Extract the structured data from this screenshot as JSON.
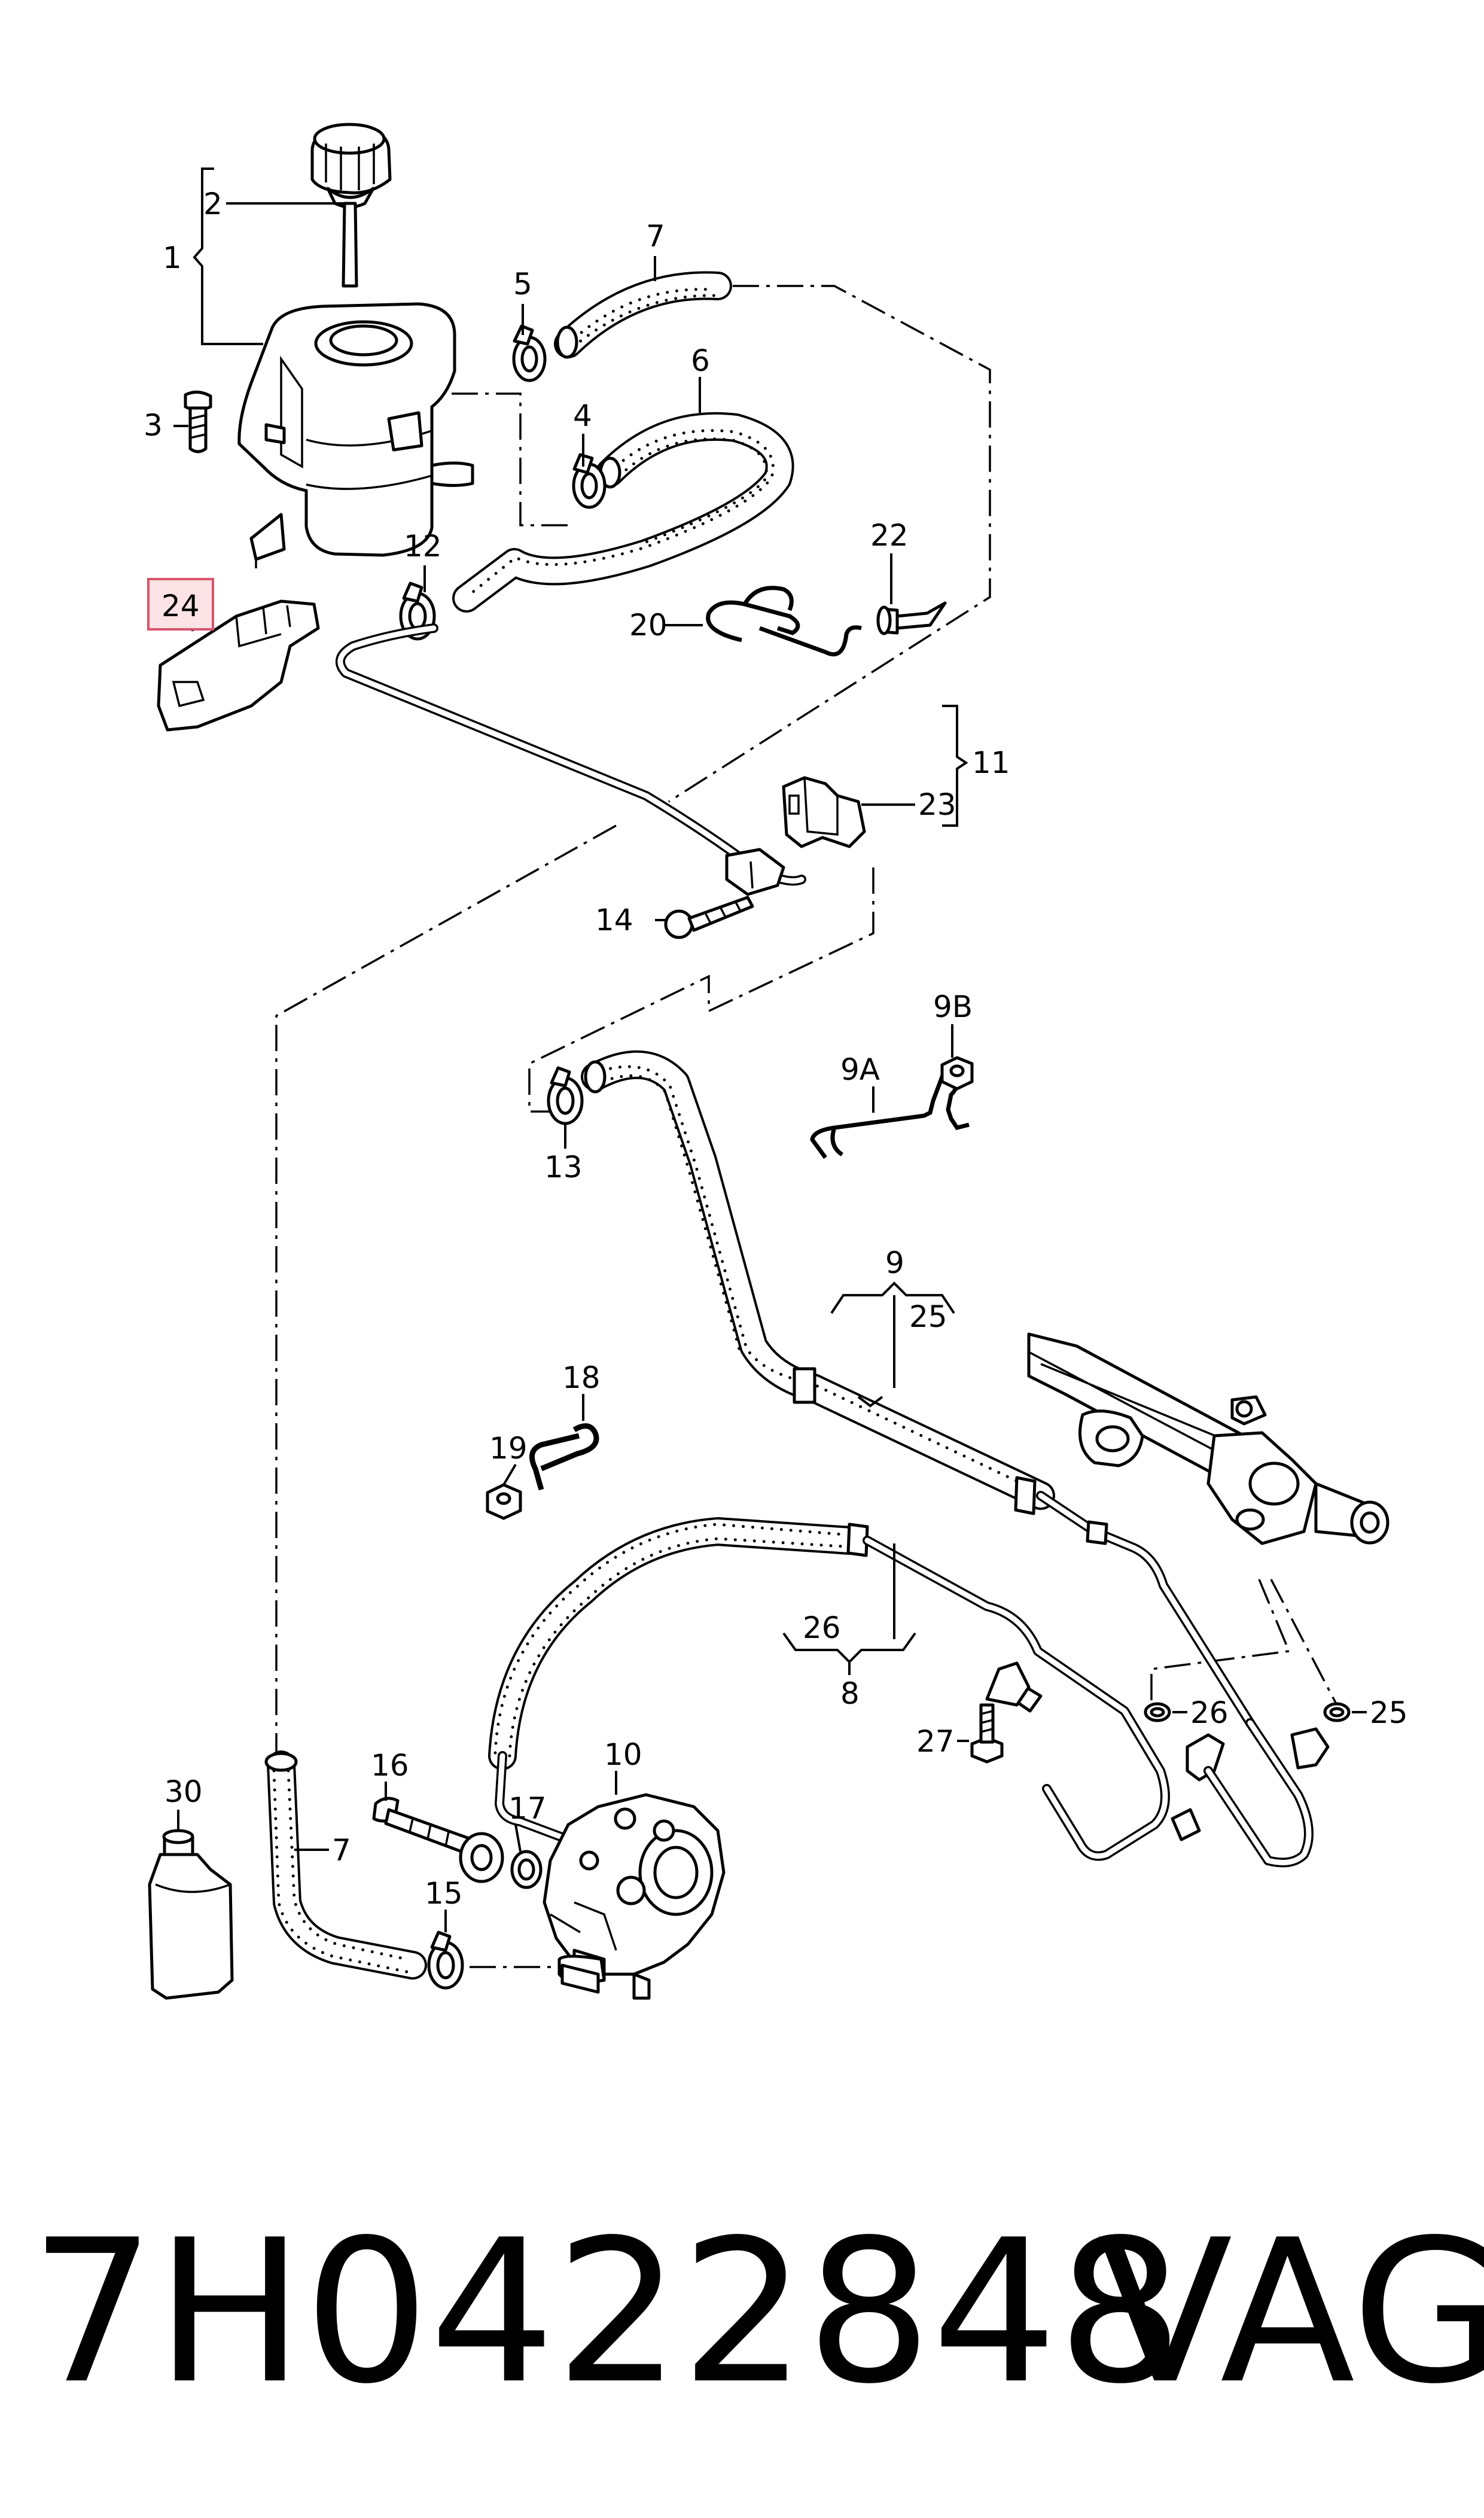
{
  "labels": {
    "l1": "1",
    "l2": "2",
    "l3": "3",
    "l4": "4",
    "l5": "5",
    "l6": "6",
    "l7a": "7",
    "l7b": "7",
    "l8": "8",
    "l9": "9",
    "l9A": "9A",
    "l9B": "9B",
    "l10": "10",
    "l11": "11",
    "l12": "12",
    "l13": "13",
    "l14": "14",
    "l15": "15",
    "l16": "16",
    "l17": "17",
    "l18": "18",
    "l19": "19",
    "l20": "20",
    "l22": "22",
    "l23": "23",
    "l24": "24",
    "l25a": "25",
    "l25b": "25",
    "l26a": "26",
    "l26b": "26",
    "l27": "27",
    "l30": "30"
  },
  "highlight": {
    "part": "24",
    "color": "#d9546a",
    "fill": "#fbe3e6"
  },
  "footer": {
    "part_number": "7H0422848",
    "brand": "VAG"
  }
}
